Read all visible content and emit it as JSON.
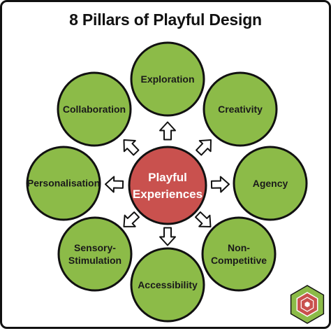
{
  "title": "8 Pillars of Playful Design",
  "colors": {
    "pillar_fill": "#8cbb48",
    "center_fill": "#c9514e",
    "outline": "#111111",
    "arrow_fill": "#ffffff",
    "badge_outer": "#8cbb48",
    "badge_inner": "#c9514e"
  },
  "center": {
    "lines": [
      "Playful",
      "Experiences"
    ]
  },
  "pillars": [
    {
      "id": "exploration",
      "lines": [
        "Exploration"
      ]
    },
    {
      "id": "creativity",
      "lines": [
        "Creativity"
      ]
    },
    {
      "id": "agency",
      "lines": [
        "Agency"
      ]
    },
    {
      "id": "non-competitive",
      "lines": [
        "Non-",
        "Competitive"
      ]
    },
    {
      "id": "accessibility",
      "lines": [
        "Accessibility"
      ]
    },
    {
      "id": "sensory-stimulation",
      "lines": [
        "Sensory-",
        "Stimulation"
      ]
    },
    {
      "id": "personalisation",
      "lines": [
        "Personalisation"
      ]
    },
    {
      "id": "collaboration",
      "lines": [
        "Collaboration"
      ]
    }
  ],
  "logo": {
    "name": "hexagon-logo-icon"
  }
}
